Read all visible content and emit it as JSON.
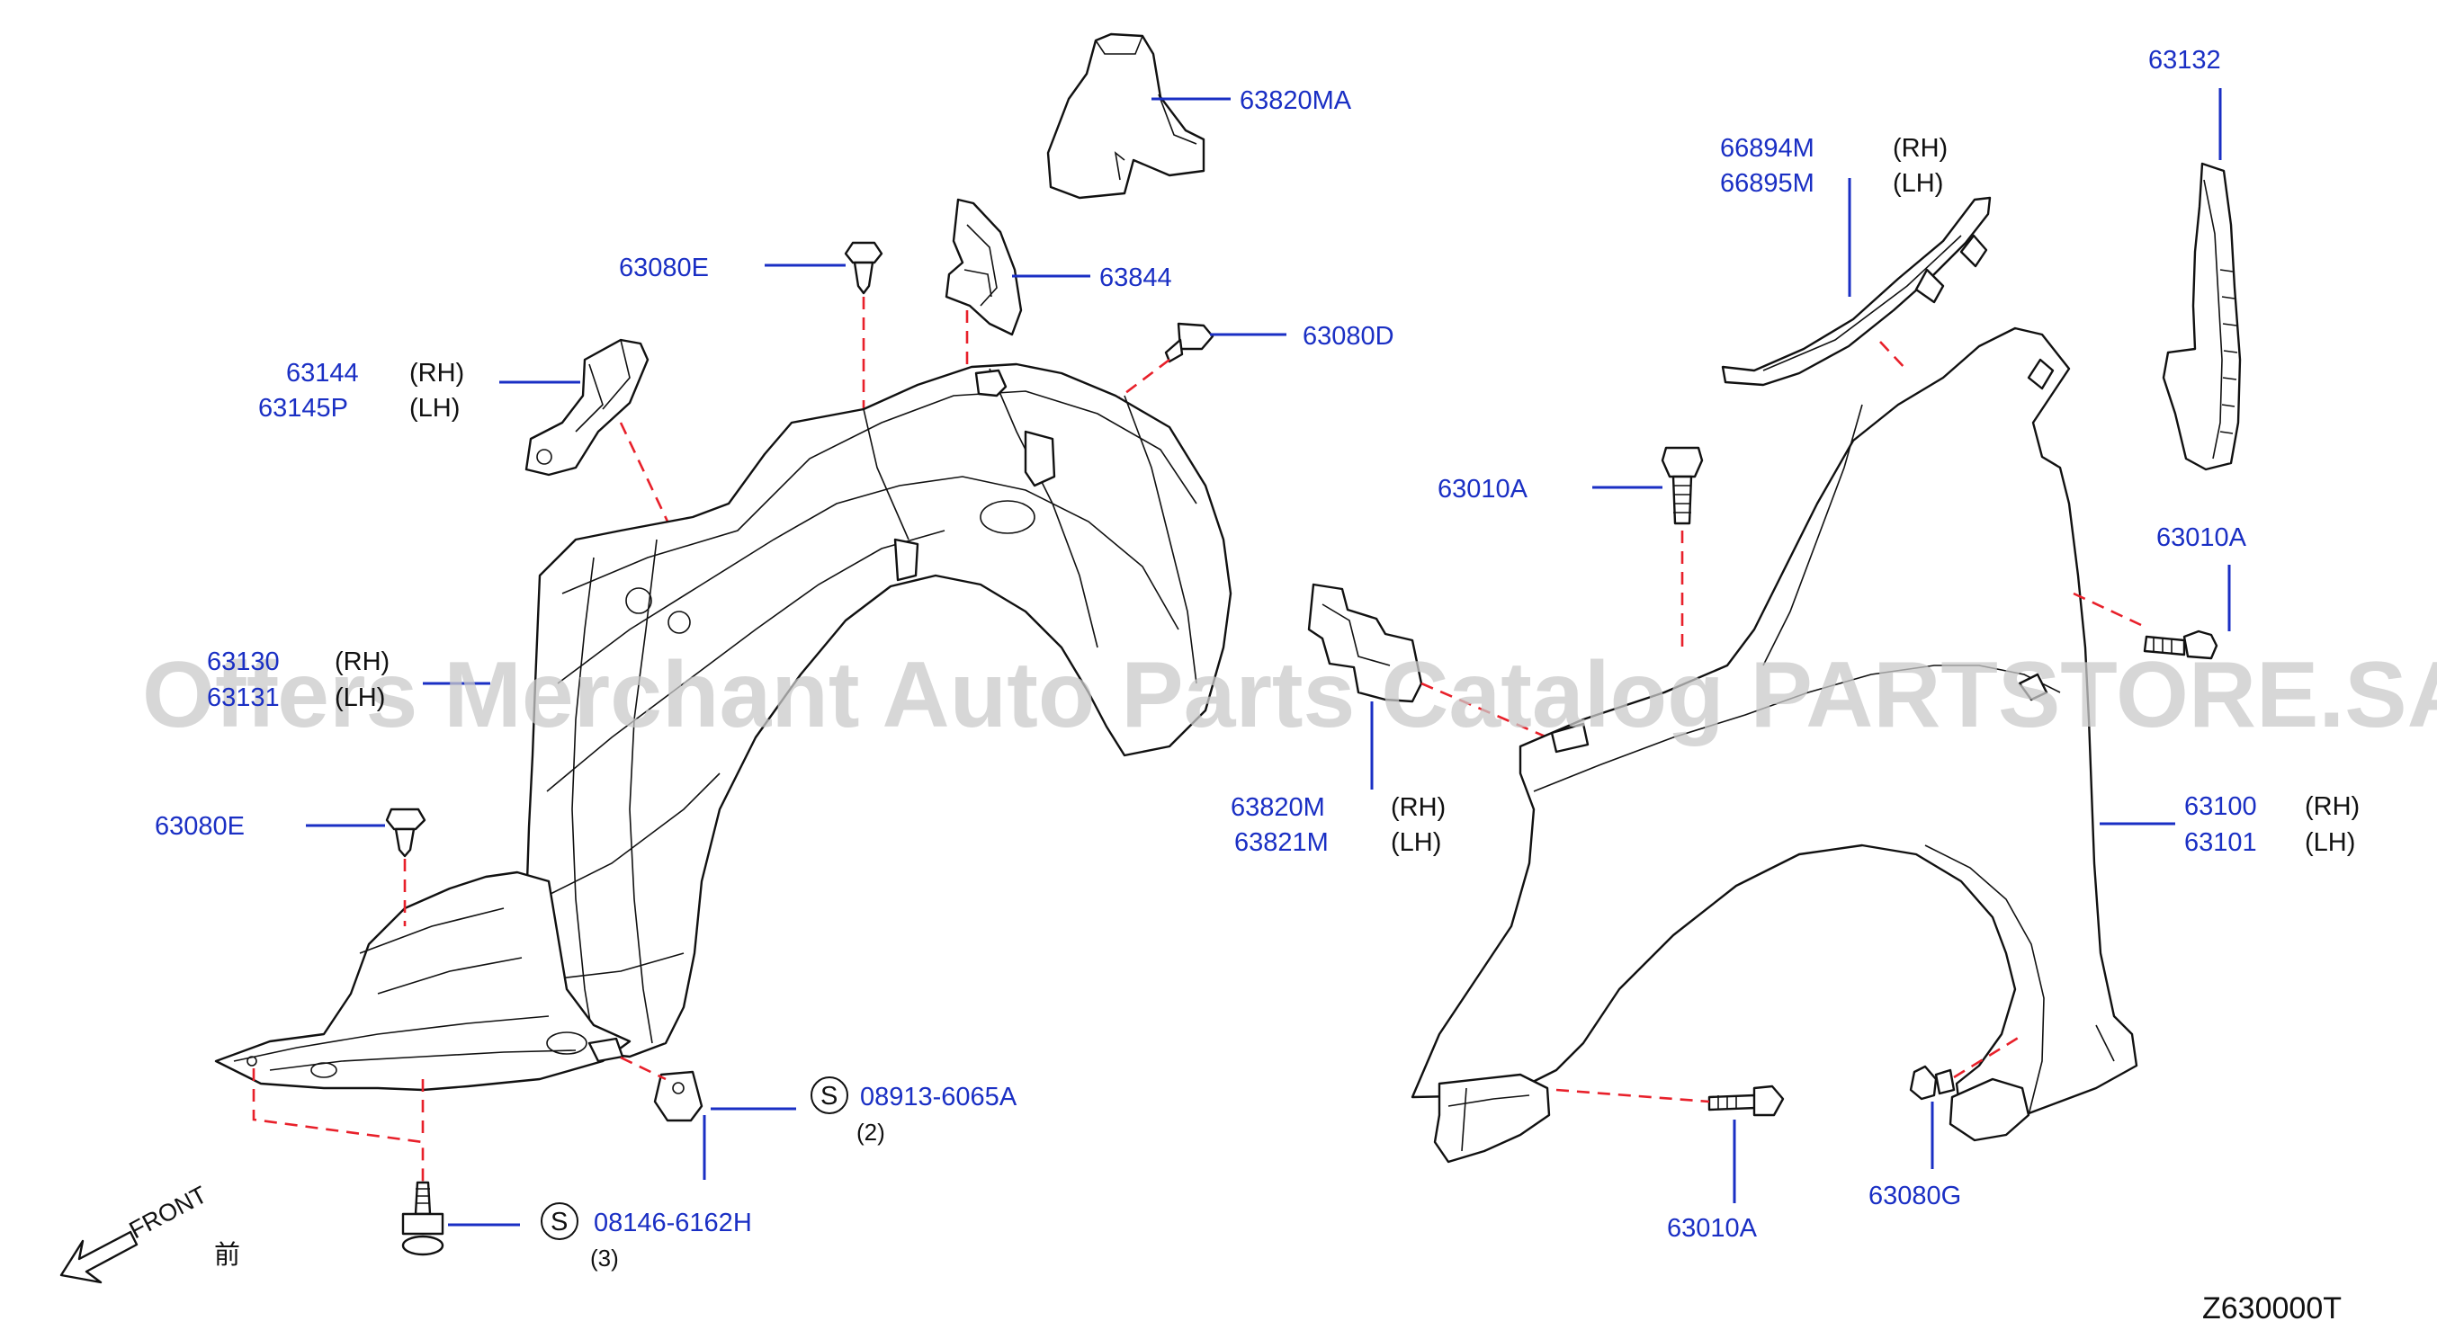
{
  "diagram": {
    "watermark": "Offers Merchant Auto Parts Catalog PARTSTORE.SA",
    "diagram_code": "Z630000T",
    "front_label": "FRONT",
    "front_kanji": "前",
    "callouts": {
      "p63820MA": "63820MA",
      "p63080E_top": "63080E",
      "p63844": "63844",
      "p63080D": "63080D",
      "p63144": "63144",
      "p63144_side": "(RH)",
      "p63145P": "63145P",
      "p63145P_side": "(LH)",
      "p63130": "63130",
      "p63130_side": "(RH)",
      "p63131": "63131",
      "p63131_side": "(LH)",
      "p63080E_low": "63080E",
      "s08913": "08913-6065A",
      "s08913_qty": "(2)",
      "s08146": "08146-6162H",
      "s08146_qty": "(3)",
      "s_mark": "S",
      "p66894M": "66894M",
      "p66894M_side": "(RH)",
      "p66895M": "66895M",
      "p66895M_side": "(LH)",
      "p63132": "63132",
      "p63010A_top": "63010A",
      "p63010A_right": "63010A",
      "p63820M": "63820M",
      "p63820M_side": "(RH)",
      "p63821M": "63821M",
      "p63821M_side": "(LH)",
      "p63100": "63100",
      "p63100_side": "(RH)",
      "p63101": "63101",
      "p63101_side": "(LH)",
      "p63010A_bottom": "63010A",
      "p63080G": "63080G"
    }
  }
}
